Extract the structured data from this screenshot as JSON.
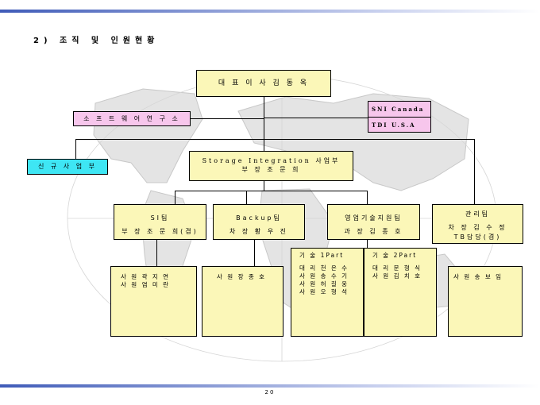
{
  "heading": "2) 조직 및 인원현황",
  "page_number": "20",
  "ceo": "대 표 이 사   김 동 옥",
  "overseas": [
    "SNI Canada",
    "TDI  U.S.A"
  ],
  "research": "소 프 트 웨 어 연 구 소",
  "new_business": "신 규 사 업 부",
  "storage": {
    "line1": "Storage Integration 사업부",
    "line2": "부 장  조 문 희"
  },
  "teams": {
    "si": {
      "name": "SI팀",
      "head": "부 장  조 문 희(겸)"
    },
    "backup": {
      "name": "Backup팀",
      "head": "차 장  황 우 진"
    },
    "tech_support": {
      "name": "영업기술지원팀",
      "head": "과 장  김 종 호"
    },
    "admin": {
      "name": "관리팀",
      "head1": "차 장  김 수 정",
      "head2": "TB담당(겸)"
    }
  },
  "staff": {
    "si": [
      "사 원  곽 지 연",
      "사 원  염 미 란"
    ],
    "backup": [
      "사 원  장 종 호"
    ],
    "part1": {
      "title": "기 술 1Part",
      "members": [
        "대 리  천 은 수",
        "사 원  송 수 기",
        "사 원  허 길 웅",
        "사 원  오 형 석"
      ]
    },
    "part2": {
      "title": "기 술 2Part",
      "members": [
        "대 리  문 형 식",
        "사 원  김 치 호"
      ]
    },
    "admin": [
      "사 원  송 보 임"
    ]
  },
  "colors": {
    "box_yellow": "#fbf7b8",
    "box_pink": "#f7c6ec",
    "box_cyan": "#3ee6f4",
    "bar_blue": "#5b75c8"
  }
}
